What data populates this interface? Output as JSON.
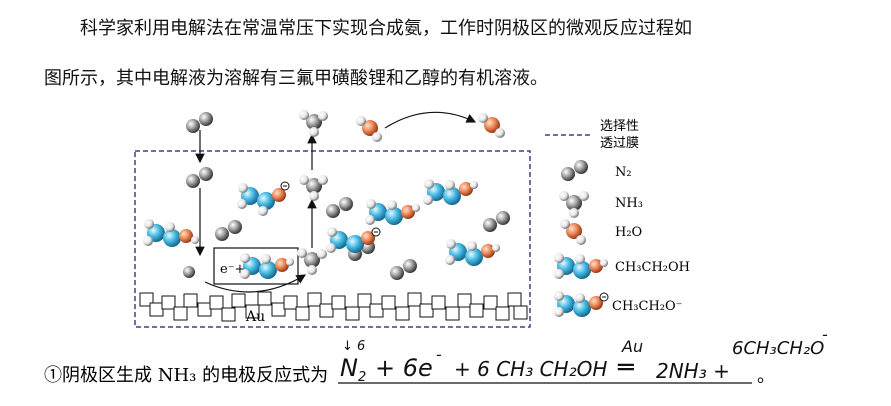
{
  "paragraph": {
    "line1": "科学家利用电解法在常温常压下实现合成氨，工作时阴极区的微观反应过程如",
    "line2": "图所示，其中电解液为溶解有三氟甲磺酸锂和乙醇的有机溶液。"
  },
  "diagram": {
    "membrane_label_line1": "选择性",
    "membrane_label_line2": "透过膜",
    "electrode_label": "Au",
    "electron_label": "e⁻+",
    "legend": [
      {
        "formula": "N₂"
      },
      {
        "formula": "NH₃"
      },
      {
        "formula": "H₂O"
      },
      {
        "formula": "CH₃CH₂OH"
      },
      {
        "formula": "CH₃CH₂O⁻"
      }
    ]
  },
  "question": {
    "prompt": "①阴极区生成 NH₃ 的电极反应式为",
    "end_mark": "。"
  },
  "handwritten": {
    "n2": "N",
    "n2_sub": "2",
    "above_n2": "↓ 6",
    "plus_e": "+ 6e",
    "e_sup": "-",
    "plus_ethanol": "+ 6 CH₃ CH₂OH",
    "equals": "═",
    "au_above": "Au",
    "product1": "2NH₃ +",
    "product2": "6CH₃CH₂O",
    "product2_sup": "-"
  },
  "colors": {
    "membrane_dash": "#3a3f9a",
    "n_atom": "#9e9e9e",
    "h_atom": "#e8e8e8",
    "o_atom": "#e67c4f",
    "c_atom": "#3fb6e0",
    "ink": "#111111"
  }
}
